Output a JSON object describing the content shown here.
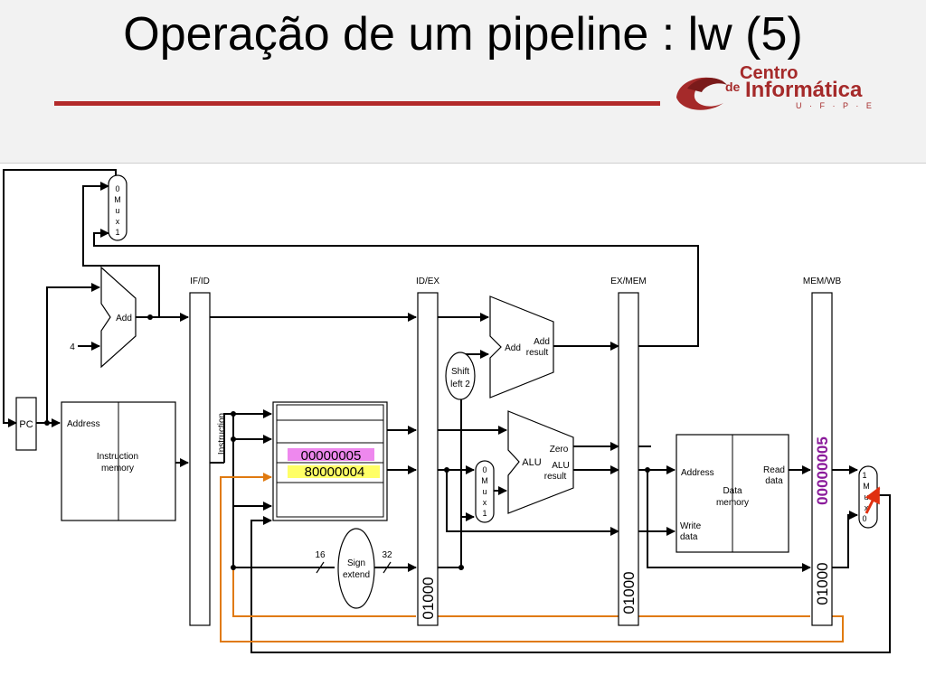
{
  "slide": {
    "title": "Operação de um pipeline : lw (5)"
  },
  "logo": {
    "line1": "Centro",
    "line2_prefix": "de",
    "line2": "Informática",
    "line3": "U · F · P · E"
  },
  "registers": {
    "if_id": "IF/ID",
    "id_ex": "ID/EX",
    "ex_mem": "EX/MEM",
    "mem_wb": "MEM/WB"
  },
  "components": {
    "pc": "PC",
    "add_top": "Add",
    "const_four": "4",
    "mux_top": [
      "0",
      "M",
      "u",
      "x",
      "1"
    ],
    "instr_mem_address": "Address",
    "instr_mem_label_1": "Instruction",
    "instr_mem_label_2": "memory",
    "instruction_label": "Instruction",
    "shift_left_1": "Shift",
    "shift_left_2": "left 2",
    "add_branch": "Add",
    "add_branch_result_1": "Add",
    "add_branch_result_2": "result",
    "alu": "ALU",
    "alu_zero": "Zero",
    "alu_result_1": "ALU",
    "alu_result_2": "result",
    "mux_alu": [
      "0",
      "M",
      "u",
      "x",
      "1"
    ],
    "data_mem_address": "Address",
    "data_mem_label_1": "Data",
    "data_mem_label_2": "memory",
    "data_mem_read_1": "Read",
    "data_mem_read_2": "data",
    "data_mem_write_1": "Write",
    "data_mem_write_2": "data",
    "mux_wb": [
      "1",
      "M",
      "u",
      "x",
      "0"
    ],
    "sign_extend_1": "Sign",
    "sign_extend_2": "extend",
    "bits_16": "16",
    "bits_32": "32"
  },
  "values": {
    "regfile_value_1": "00000005",
    "regfile_value_2": "80000004",
    "id_ex_rd": "01000",
    "ex_mem_rd": "01000",
    "mem_wb_rd": "01000",
    "mem_wb_data": "00000005"
  },
  "colors": {
    "accent_red": "#b32a2a",
    "highlight_pink": "#ee88ee",
    "highlight_yellow": "#ffff66",
    "wire_orange": "#e07a10",
    "mem_wb_data_color": "#8a1a9a"
  }
}
